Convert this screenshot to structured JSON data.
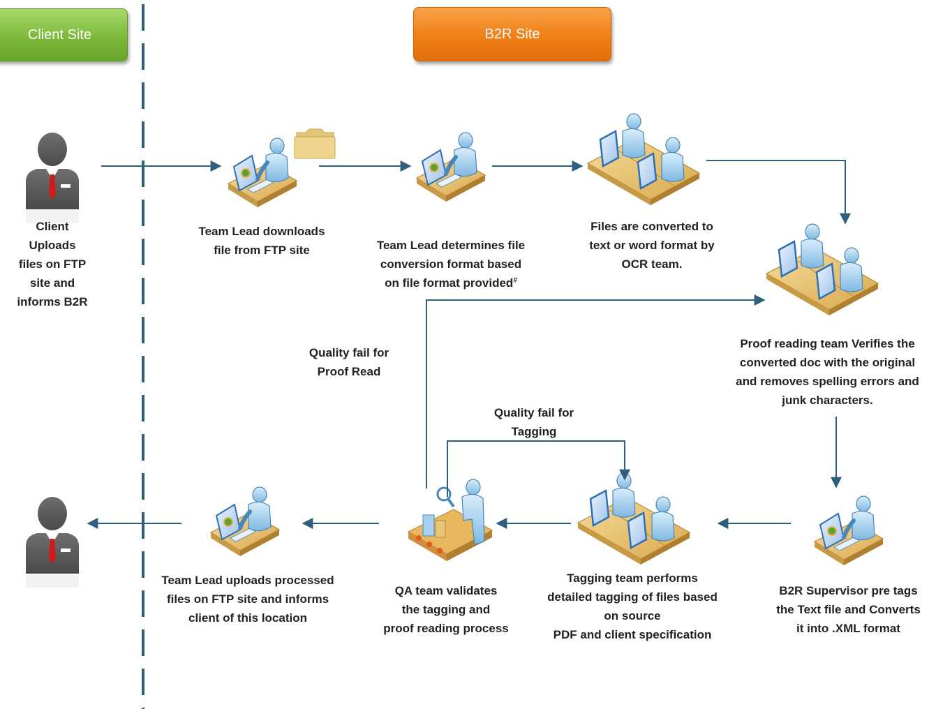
{
  "headers": {
    "client_site": "Client Site",
    "b2r_site": "B2R Site"
  },
  "colors": {
    "client_header": "#7cb93a",
    "b2r_header": "#f07f16",
    "arrow": "#2e5f7c",
    "divider": "#2e5f7c"
  },
  "steps": {
    "client_upload": "Client\nUploads\nfiles on FTP\nsite and\ninforms B2R",
    "download": "Team Lead downloads\nfile from FTP site",
    "determine": "Team Lead determines file\nconversion format based\non file format provided",
    "determine_mark": "#",
    "ocr": "Files are converted to\ntext or word format by\nOCR team.",
    "proofread": "Proof reading team Verifies the\nconverted doc with the original\nand removes spelling errors and\njunk characters.",
    "supervisor": "B2R Supervisor pre tags\nthe Text file and Converts\nit into .XML format",
    "tagging": "Tagging team performs\ndetailed tagging of files based\non source\nPDF and client specification",
    "qa": "QA team validates\nthe tagging and\nproof reading process",
    "upload_back": "Team Lead uploads processed\nfiles on FTP site and informs\nclient of this location"
  },
  "feedback": {
    "fail_proofread": "Quality fail for\nProof Read",
    "fail_tagging": "Quality fail for\nTagging"
  },
  "icons": [
    "client-person-icon",
    "folder-icon",
    "single-worker-icon",
    "team-workers-icon",
    "qa-inspector-icon"
  ]
}
